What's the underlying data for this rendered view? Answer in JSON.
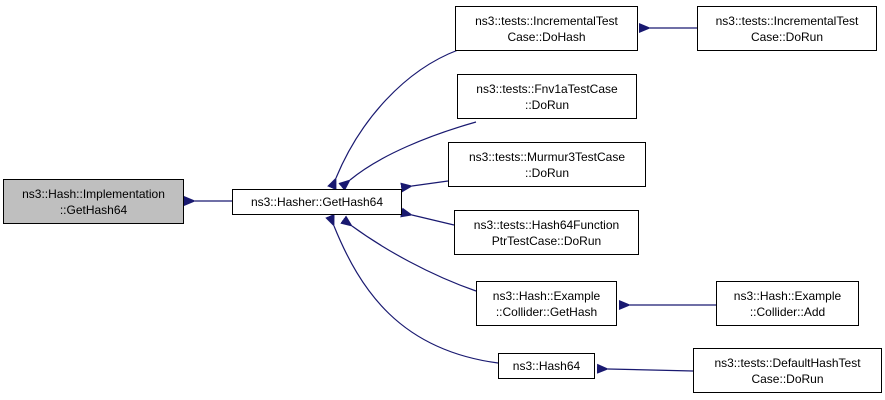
{
  "colors": {
    "edge": "#191970",
    "root_fill": "#bfbfbf",
    "node_fill": "#ffffff",
    "border": "#000000"
  },
  "nodes": {
    "impl_gethash64": [
      "ns3::Hash::Implementation",
      "::GetHash64"
    ],
    "hasher_gethash64": [
      "ns3::Hasher::GetHash64"
    ],
    "incremental_dohash": [
      "ns3::tests::IncrementalTest",
      "Case::DoHash"
    ],
    "incremental_dorun": [
      "ns3::tests::IncrementalTest",
      "Case::DoRun"
    ],
    "fnv1a_dorun": [
      "ns3::tests::Fnv1aTestCase",
      "::DoRun"
    ],
    "murmur3_dorun": [
      "ns3::tests::Murmur3TestCase",
      "::DoRun"
    ],
    "hash64function_dorun": [
      "ns3::tests::Hash64Function",
      "PtrTestCase::DoRun"
    ],
    "collider_gethash": [
      "ns3::Hash::Example",
      "::Collider::GetHash"
    ],
    "collider_add": [
      "ns3::Hash::Example",
      "::Collider::Add"
    ],
    "hash64": [
      "ns3::Hash64"
    ],
    "defaulthash_dorun": [
      "ns3::tests::DefaultHashTest",
      "Case::DoRun"
    ]
  }
}
